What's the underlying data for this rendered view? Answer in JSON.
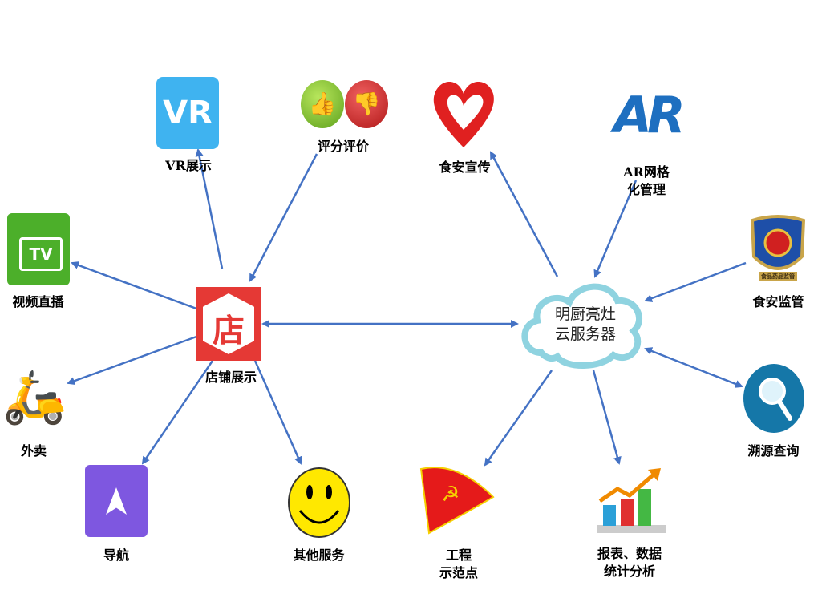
{
  "colors": {
    "arrow": "#4472C4",
    "shop": "#E53935",
    "vr": "#3FB3F0",
    "tv": "#4CAF2A",
    "nav": "#7E57E0",
    "cloud": "#8FD3E0"
  },
  "center": {
    "shop_label": "店铺展示",
    "shop_glyph": "店",
    "cloud_line1": "明厨亮灶",
    "cloud_line2": "云服务器"
  },
  "nodes": {
    "vr": {
      "label": "VR展示",
      "glyph": "VR"
    },
    "rating": {
      "label": "评分评价"
    },
    "tv": {
      "label": "视频直播",
      "glyph": "TV"
    },
    "takeout": {
      "label": "外卖"
    },
    "nav": {
      "label": "导航"
    },
    "other": {
      "label": "其他服务"
    },
    "food_promo": {
      "label": "食安宣传"
    },
    "ar": {
      "label_line1": "AR网格",
      "label_line2": "化管理",
      "glyph": "AR"
    },
    "supervision": {
      "label": "食安监管",
      "badge_text": "食品药品监管"
    },
    "trace": {
      "label": "溯源查询"
    },
    "demo": {
      "label_line1": "工程",
      "label_line2": "示范点"
    },
    "report": {
      "label_line1": "报表、数据",
      "label_line2": "统计分析"
    }
  }
}
